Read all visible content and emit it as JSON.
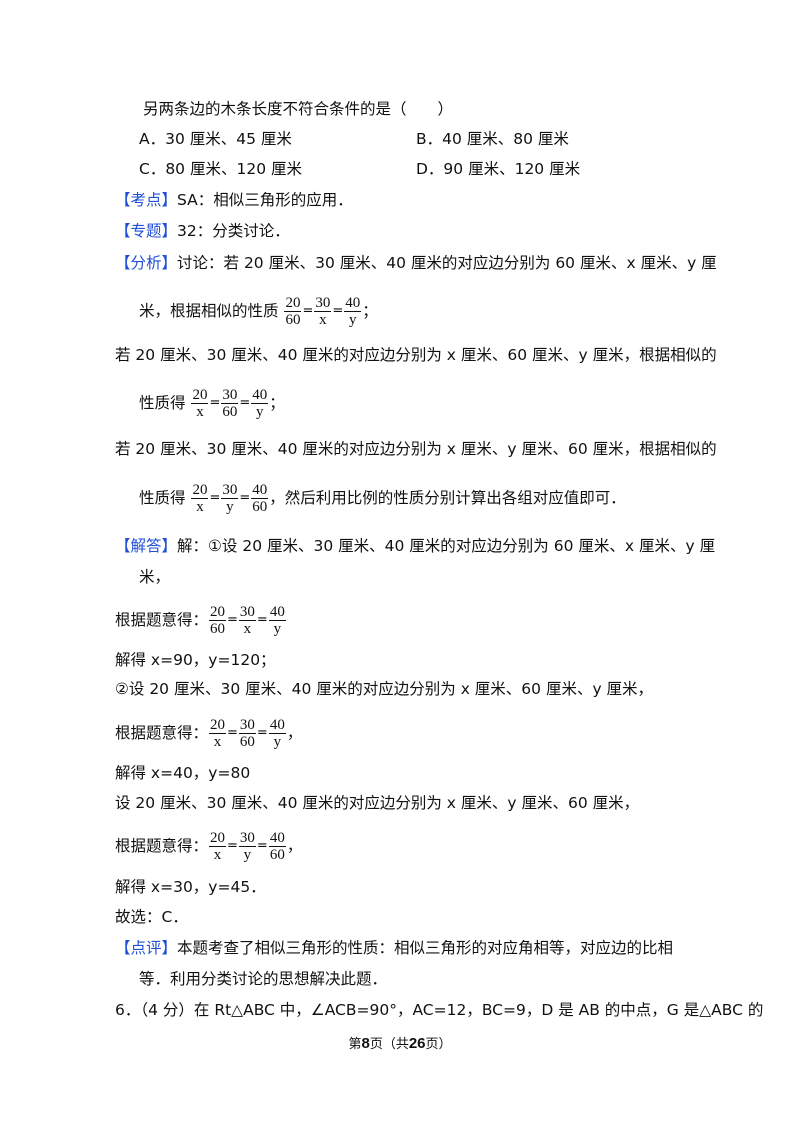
{
  "question_tail": "另两条边的木条长度不符合条件的是（　　）",
  "options": {
    "A": "A．30 厘米、45 厘米",
    "B": "B．40 厘米、80 厘米",
    "C": "C．80 厘米、120 厘米",
    "D": "D．90 厘米、120 厘米"
  },
  "kaodian": {
    "tag": "【考点】",
    "text": "SA：相似三角形的应用．"
  },
  "zhuanti": {
    "tag": "【专题】",
    "text": "32：分类讨论．"
  },
  "fenxi": {
    "tag": "【分析】",
    "l1": "讨论：若 20 厘米、30 厘米、40 厘米的对应边分别为 60 厘米、x 厘米、y 厘",
    "l2_pre": "米，根据相似的性质",
    "f1": {
      "n1": "20",
      "d1": "60",
      "n2": "30",
      "d2": "x",
      "n3": "40",
      "d3": "y"
    },
    "l2_post": "；",
    "l3": "若 20 厘米、30 厘米、40 厘米的对应边分别为 x 厘米、60 厘米、y 厘米，根据相似的",
    "l4_pre": "性质得",
    "f2": {
      "n1": "20",
      "d1": "x",
      "n2": "30",
      "d2": "60",
      "n3": "40",
      "d3": "y"
    },
    "l4_post": "；",
    "l5": "若 20 厘米、30 厘米、40 厘米的对应边分别为 x 厘米、y 厘米、60 厘米，根据相似的",
    "l6_pre": "性质得",
    "f3": {
      "n1": "20",
      "d1": "x",
      "n2": "30",
      "d2": "y",
      "n3": "40",
      "d3": "60"
    },
    "l6_post": "，然后利用比例的性质分别计算出各组对应值即可．"
  },
  "jieda": {
    "tag": "【解答】",
    "l1": "解：①设 20 厘米、30 厘米、40 厘米的对应边分别为 60 厘米、x 厘米、y 厘",
    "l2": "米，",
    "l3_pre": "根据题意得：",
    "f1": {
      "n1": "20",
      "d1": "60",
      "n2": "30",
      "d2": "x",
      "n3": "40",
      "d3": "y"
    },
    "l4": "解得 x=90，y=120；",
    "l5": "②设 20 厘米、30 厘米、40 厘米的对应边分别为 x 厘米、60 厘米、y 厘米，",
    "l6_pre": "根据题意得：",
    "f2": {
      "n1": "20",
      "d1": "x",
      "n2": "30",
      "d2": "60",
      "n3": "40",
      "d3": "y"
    },
    "l6_post": "，",
    "l7": "解得 x=40，y=80",
    "l8": "设 20 厘米、30 厘米、40 厘米的对应边分别为 x 厘米、y 厘米、60 厘米，",
    "l9_pre": "根据题意得：",
    "f3": {
      "n1": "20",
      "d1": "x",
      "n2": "30",
      "d2": "y",
      "n3": "40",
      "d3": "60"
    },
    "l9_post": "，",
    "l10": "解得 x=30，y=45．",
    "l11": "故选：C．"
  },
  "dianping": {
    "tag": "【点评】",
    "l1": "本题考查了相似三角形的性质：相似三角形的对应角相等，对应边的比相",
    "l2": "等．利用分类讨论的思想解决此题．"
  },
  "next_question": "6．（4 分）在 Rt△ABC 中，∠ACB=90°，AC=12，BC=9，D 是 AB 的中点，G 是△ABC 的",
  "footer": {
    "pre": "第",
    "page": "8",
    "mid": "页（共",
    "total": "26",
    "post": "页）"
  }
}
